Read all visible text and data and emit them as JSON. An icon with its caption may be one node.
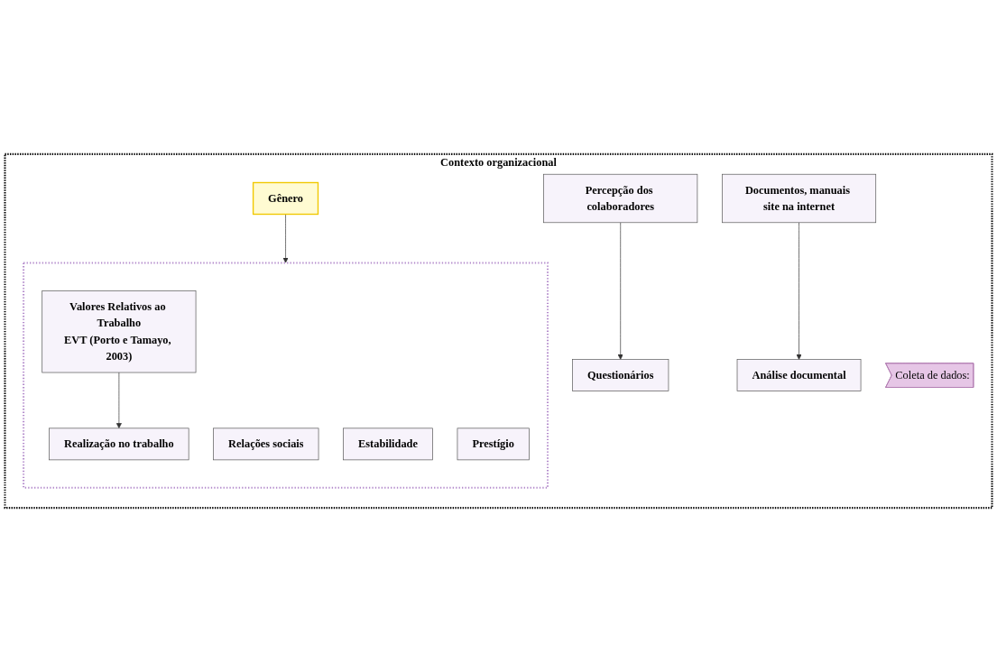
{
  "diagram": {
    "nodes": [
      {
        "text": [
          "Contexto organizacional"
        ]
      },
      {
        "text": [
          "Gênero"
        ],
        "in": 0
      },
      {
        "text": [],
        "shape": "box",
        "in": 0
      },
      {
        "text": [
          "Valores Relativos ao Trabalho",
          "EVT (Porto e Tamayo, 2003)"
        ],
        "in": 2
      },
      {
        "text": [
          "Realização no trabalho"
        ],
        "in": 2
      },
      {
        "text": [
          "Relações sociais"
        ],
        "in": 2
      },
      {
        "text": [
          "Estabilidade"
        ],
        "in": 2
      },
      {
        "text": [
          "Prestígio"
        ],
        "in": 2
      },
      {
        "text": [
          "Percepção dos colaboradores"
        ],
        "in": 0
      },
      {
        "text": [
          "Questionários"
        ],
        "in": 0
      },
      {
        "text": [
          "Documentos, manuais site na internet"
        ],
        "in": 0
      },
      {
        "text": [
          "Análise documental"
        ],
        "in": 0
      },
      {
        "text": [
          "Coleta de dados:"
        ],
        "in": 0
      }
    ],
    "edges": [
      {
        "from": 1,
        "to": 2,
        "arrow": "to"
      },
      {
        "from": 3,
        "to": 4,
        "arrow": "to"
      },
      {
        "from": 8,
        "to": 9,
        "arrow": "to"
      },
      {
        "from": 10,
        "to": 11,
        "arrow": "to"
      }
    ]
  }
}
